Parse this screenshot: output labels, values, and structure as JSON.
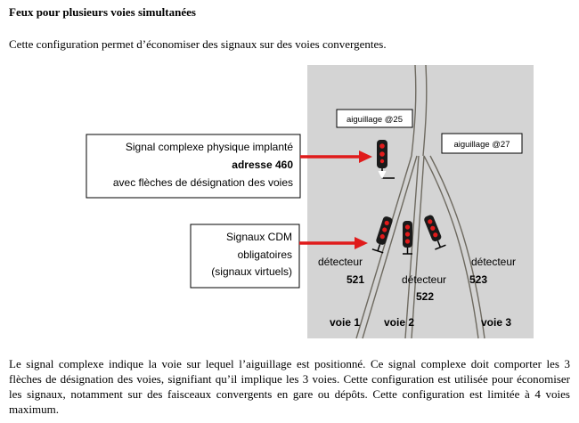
{
  "heading": "Feux pour plusieurs voies simultanées",
  "intro": "Cette configuration permet d’économiser des signaux sur des voies convergentes.",
  "diagram": {
    "switch_left": "aiguillage @25",
    "switch_right": "aiguillage @27",
    "callout_physical": {
      "line1": "Signal complexe physique implanté",
      "line2": "adresse 460",
      "line3": "avec flèches de désignation des voies"
    },
    "callout_cdm": {
      "line1": "Signaux CDM",
      "line2": "obligatoires",
      "line3": "(signaux virtuels)"
    },
    "detectors": [
      {
        "label": "détecteur",
        "number": "521"
      },
      {
        "label": "détecteur",
        "number": "522"
      },
      {
        "label": "détecteur",
        "number": "523"
      }
    ],
    "tracks": [
      "voie 1",
      "voie 2",
      "voie 3"
    ]
  },
  "body_text": "Le signal complexe indique la voie sur lequel l’aiguillage est positionné. Ce signal complexe doit comporter les 3 flèches de désignation des voies, signifiant qu’il implique les 3 voies. Cette configuration est utilisée pour économiser les signaux, notamment sur des faisceaux convergents en gare ou dépôts. Cette configuration est limitée à 4 voies maximum.",
  "colors": {
    "panel": "#d4d4d4",
    "arrow": "#e01b1b",
    "track": "#6e6a60",
    "signal_body": "#1a1a1a",
    "lamp": "#e11b1b"
  }
}
